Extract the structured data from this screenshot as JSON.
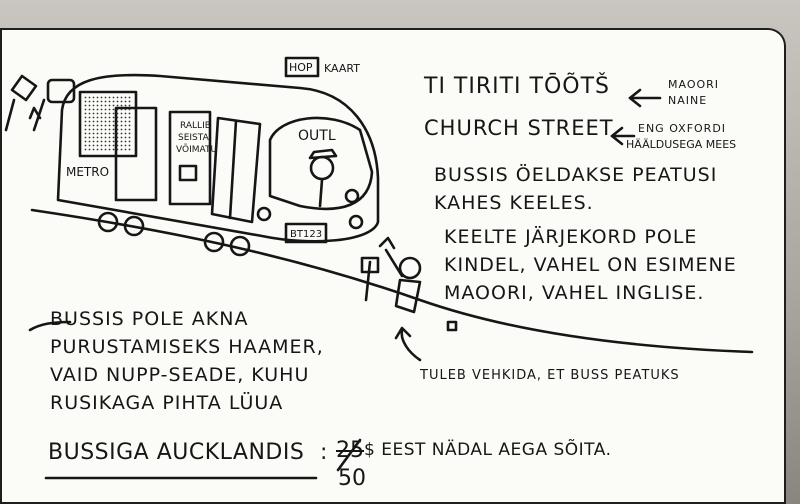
{
  "drawing": {
    "labels": {
      "map_sign_hop": "HOP",
      "map_sign_kaart": "KAART",
      "bus_window_line1": "RALLIB",
      "bus_window_line2": "SEISTA",
      "bus_window_line3": "VÕIMATU",
      "bus_side": "METRO",
      "bus_destination": "OUTL",
      "plate": "BT123"
    },
    "right_notes": {
      "stop1": "TI TIRITI TŌÕTŠ",
      "stop1_note_line1": "MAOORI",
      "stop1_note_line2": "NAINE",
      "stop2": "CHURCH STREET",
      "stop2_note_line1": "ENG OXFORDI",
      "stop2_note_line2": "HÄÄLDUSEGA MEES",
      "para1_line1": "BUSSIS ÖELDAKSE PEATUSI",
      "para1_line2": "KAHES KEELES.",
      "para2_line1": "KEELTE JÄRJEKORD POLE",
      "para2_line2": "KINDEL, VAHEL ON ESIMENE",
      "para2_line3": "MAOORI, VAHEL INGLISE."
    },
    "left_notes": {
      "line1": "BUSSIS POLE AKNA",
      "line2": "PURUSTAMISEKS HAAMER,",
      "line3": "VAID NUPP-SEADE, KUHU",
      "line4": "RUSIKAGA PIHTA LÜUA"
    },
    "wave_note": "TULEB VEHKIDA, ET BUSS PEATUKS",
    "bottom": {
      "title": "BUSSIGA AUCKLANDIS",
      "colon": ":",
      "old_price": "25",
      "new_price": "50",
      "rest": "$ EEST NÄDAL AEGA SÕITA."
    }
  }
}
